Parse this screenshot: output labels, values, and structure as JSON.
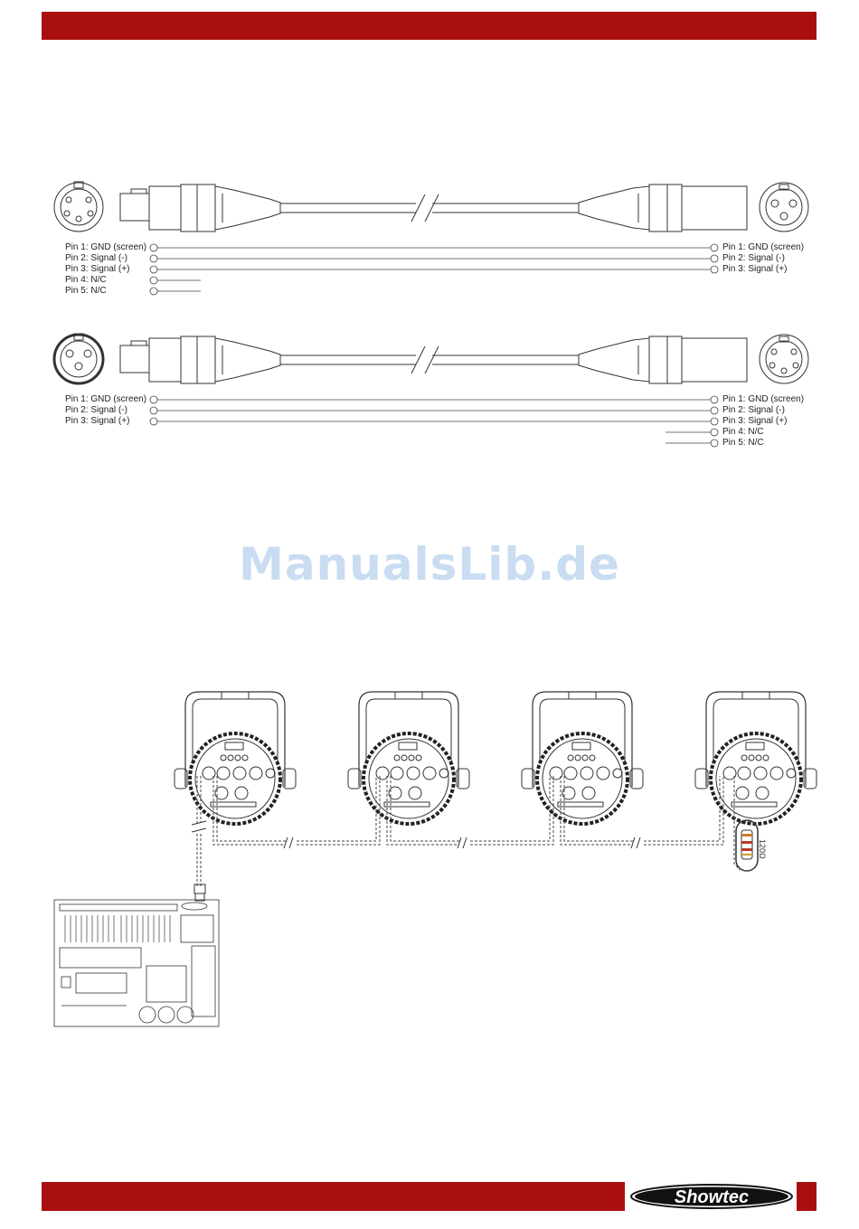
{
  "cable1": {
    "left_pins": [
      "Pin 1: GND (screen)",
      "Pin 2: Signal (-)",
      "Pin 3: Signal (+)",
      "Pin 4: N/C",
      "Pin 5: N/C"
    ],
    "right_pins": [
      "Pin 1: GND (screen)",
      "Pin 2: Signal (-)",
      "Pin 3: Signal (+)"
    ]
  },
  "cable2": {
    "left_pins": [
      "Pin 1: GND (screen)",
      "Pin 2: Signal (-)",
      "Pin 3: Signal (+)"
    ],
    "right_pins": [
      "Pin 1: GND (screen)",
      "Pin 2: Signal (-)",
      "Pin 3: Signal (+)",
      "Pin 4: N/C",
      "Pin 5: N/C"
    ]
  },
  "watermark": "ManualsLib.de",
  "terminator_label": "120Ω",
  "brand": "Showtec",
  "colors": {
    "brand_red": "#a90f0f",
    "watermark": "#c9dcf2"
  }
}
